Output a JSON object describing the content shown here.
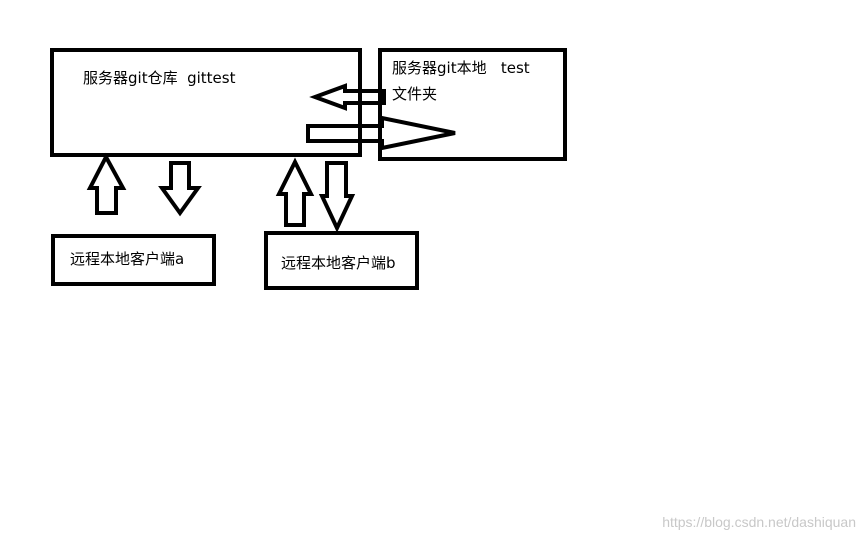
{
  "nodes": {
    "server_repo": "服务器git仓库  gittest",
    "server_local_line1": "服务器git本地   test",
    "server_local_line2": "文件夹",
    "client_a": "远程本地客户端a",
    "client_b": "远程本地客户端b"
  },
  "watermark": "https://blog.csdn.net/dashiquan"
}
